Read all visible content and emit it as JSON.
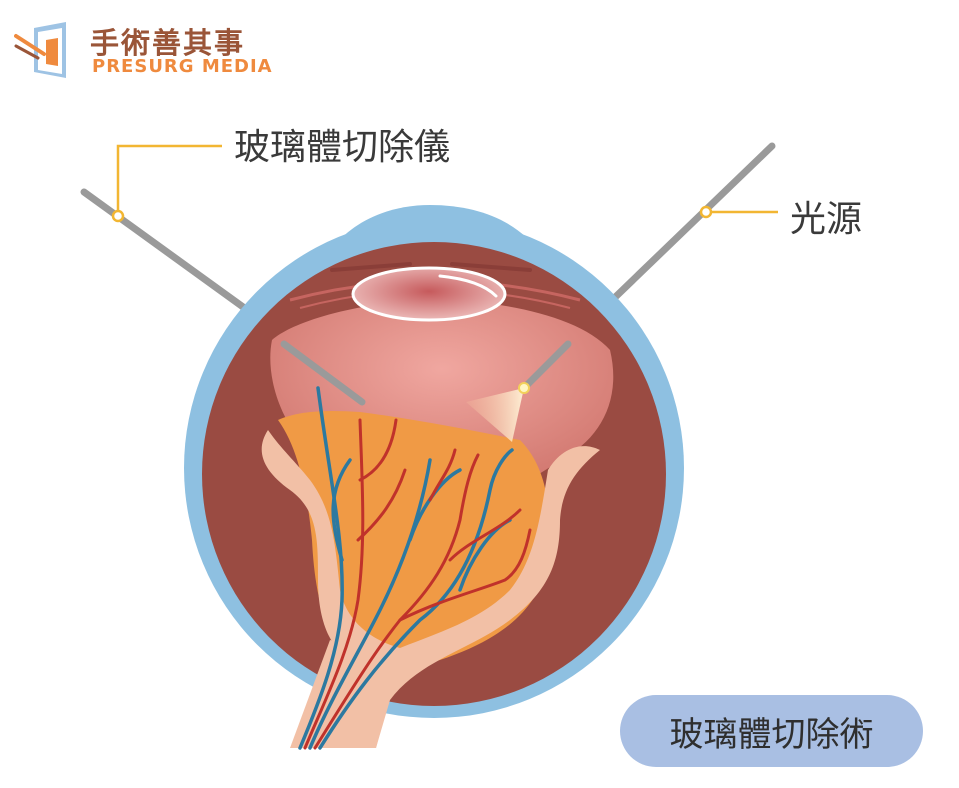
{
  "logo": {
    "name_cn": "手術善其事",
    "name_en": "PRESURG MEDIA",
    "icon": "presurg-logo-icon"
  },
  "labels": {
    "vitrectomy_instrument": "玻璃體切除儀",
    "light_source": "光源"
  },
  "title": "玻璃體切除術",
  "colors": {
    "sclera_outer": "#8ec0e1",
    "eyeball": "#9a4b42",
    "vitreous": "#d9837a",
    "retina_orange": "#f09a45",
    "vein": "#2c79a0",
    "artery": "#c0322b",
    "instrument": "#9a9a9a",
    "callout_line": "#f2b632",
    "badge": "#a9bfe3"
  }
}
